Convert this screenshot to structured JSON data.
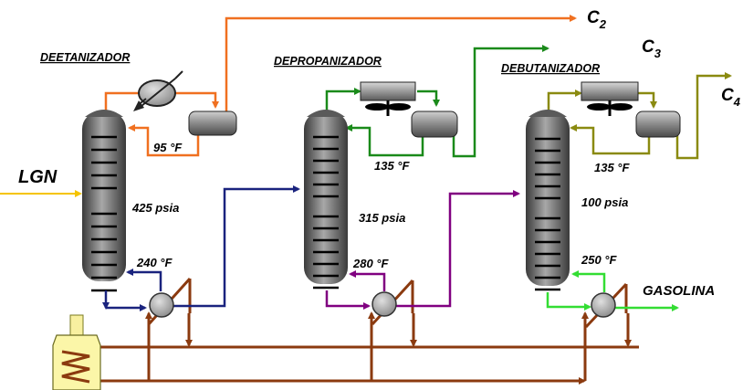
{
  "units": {
    "deetanizador": {
      "name": "DEETANIZADOR",
      "pressure": "425 psia",
      "overhead_temp": "95 °F",
      "bottoms_temp": "240 °F"
    },
    "depropanizador": {
      "name": "DEPROPANIZADOR",
      "pressure": "315 psia",
      "overhead_temp": "135 °F",
      "bottoms_temp": "280 °F"
    },
    "debutanizador": {
      "name": "DEBUTANIZADOR",
      "pressure": "100 psia",
      "overhead_temp": "135 °F",
      "bottoms_temp": "250 °F"
    }
  },
  "streams": {
    "feed": "LGN",
    "c2_main": "C",
    "c2_sub": "2",
    "c3_main": "C",
    "c3_sub": "3",
    "c4_main": "C",
    "c4_sub": "4",
    "gasoline": "GASOLINA"
  },
  "colors": {
    "c2_line": "#f07020",
    "c3_line": "#1a8a1a",
    "c4_line": "#8a8a10",
    "deethanizer_bottoms": "#1a237e",
    "depropanizer_bottoms": "#800080",
    "gasoline_line": "#33dd33",
    "heating_medium": "#8b3a0f",
    "feed_line": "#f5c400",
    "column_dark": "#3a3a3a",
    "column_light": "#a8a8a8"
  }
}
